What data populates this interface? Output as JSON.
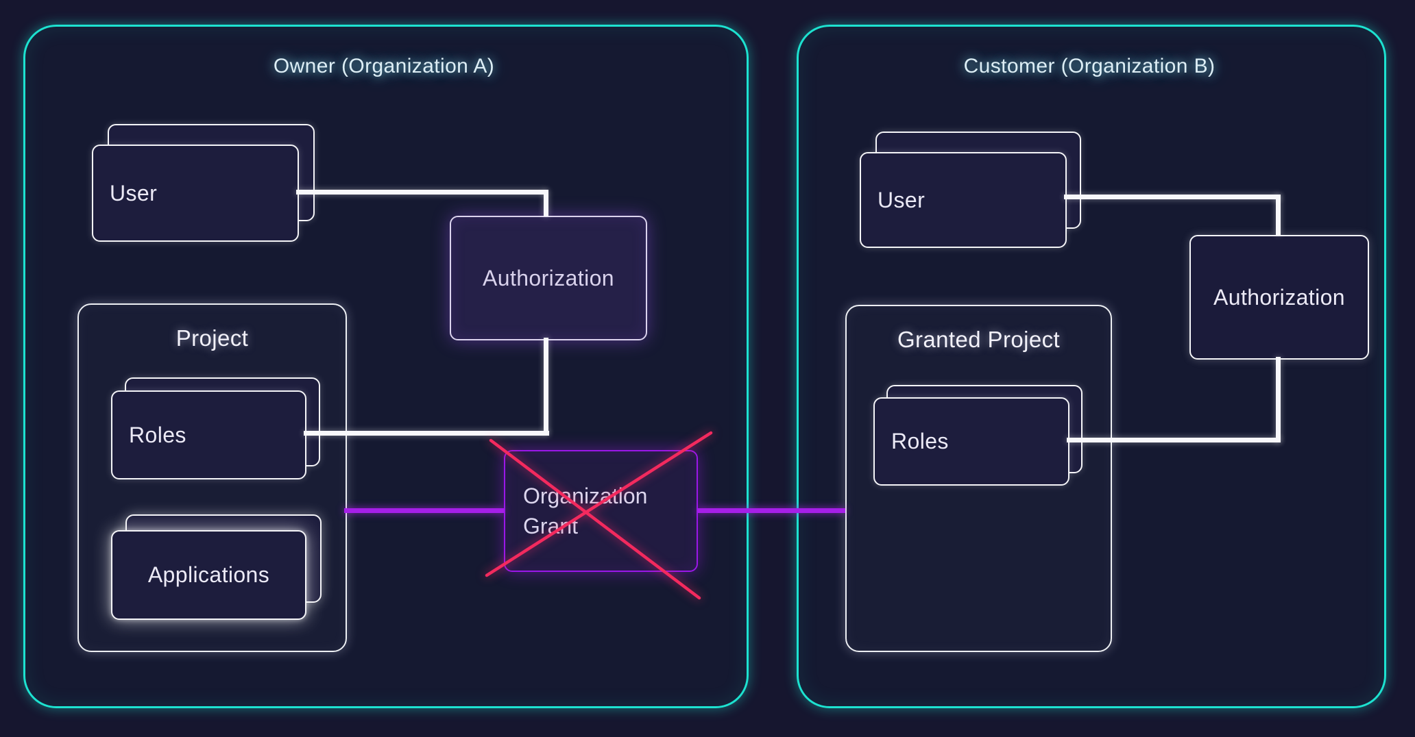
{
  "diagram": {
    "org_a": {
      "title": "Owner (Organization A)",
      "user_label": "User",
      "authorization_label": "Authorization",
      "project": {
        "title": "Project",
        "roles_label": "Roles",
        "applications_label": "Applications"
      }
    },
    "grant": {
      "label_line1": "Organization",
      "label_line2": "Grant",
      "crossed_out": true
    },
    "org_b": {
      "title": "Customer (Organization B)",
      "user_label": "User",
      "authorization_label": "Authorization",
      "project": {
        "title": "Granted Project",
        "roles_label": "Roles"
      }
    },
    "icons": {
      "cross": "denied-cross-icon"
    },
    "colors": {
      "background": "#16162f",
      "org_container_border": "#1de2d0",
      "card_border": "#f5f5f8",
      "card_fill": "#1d1d3d",
      "authorization_a_border": "#dcd4ee",
      "authorization_a_fill": "#252048",
      "grant_border": "#9a17e8",
      "purple_connector": "#a61fe8",
      "white_connector": "#f8f8fb",
      "cross_stroke": "#f32a5e",
      "title_text": "#ddeef5",
      "label_text": "#eceaf6"
    }
  }
}
